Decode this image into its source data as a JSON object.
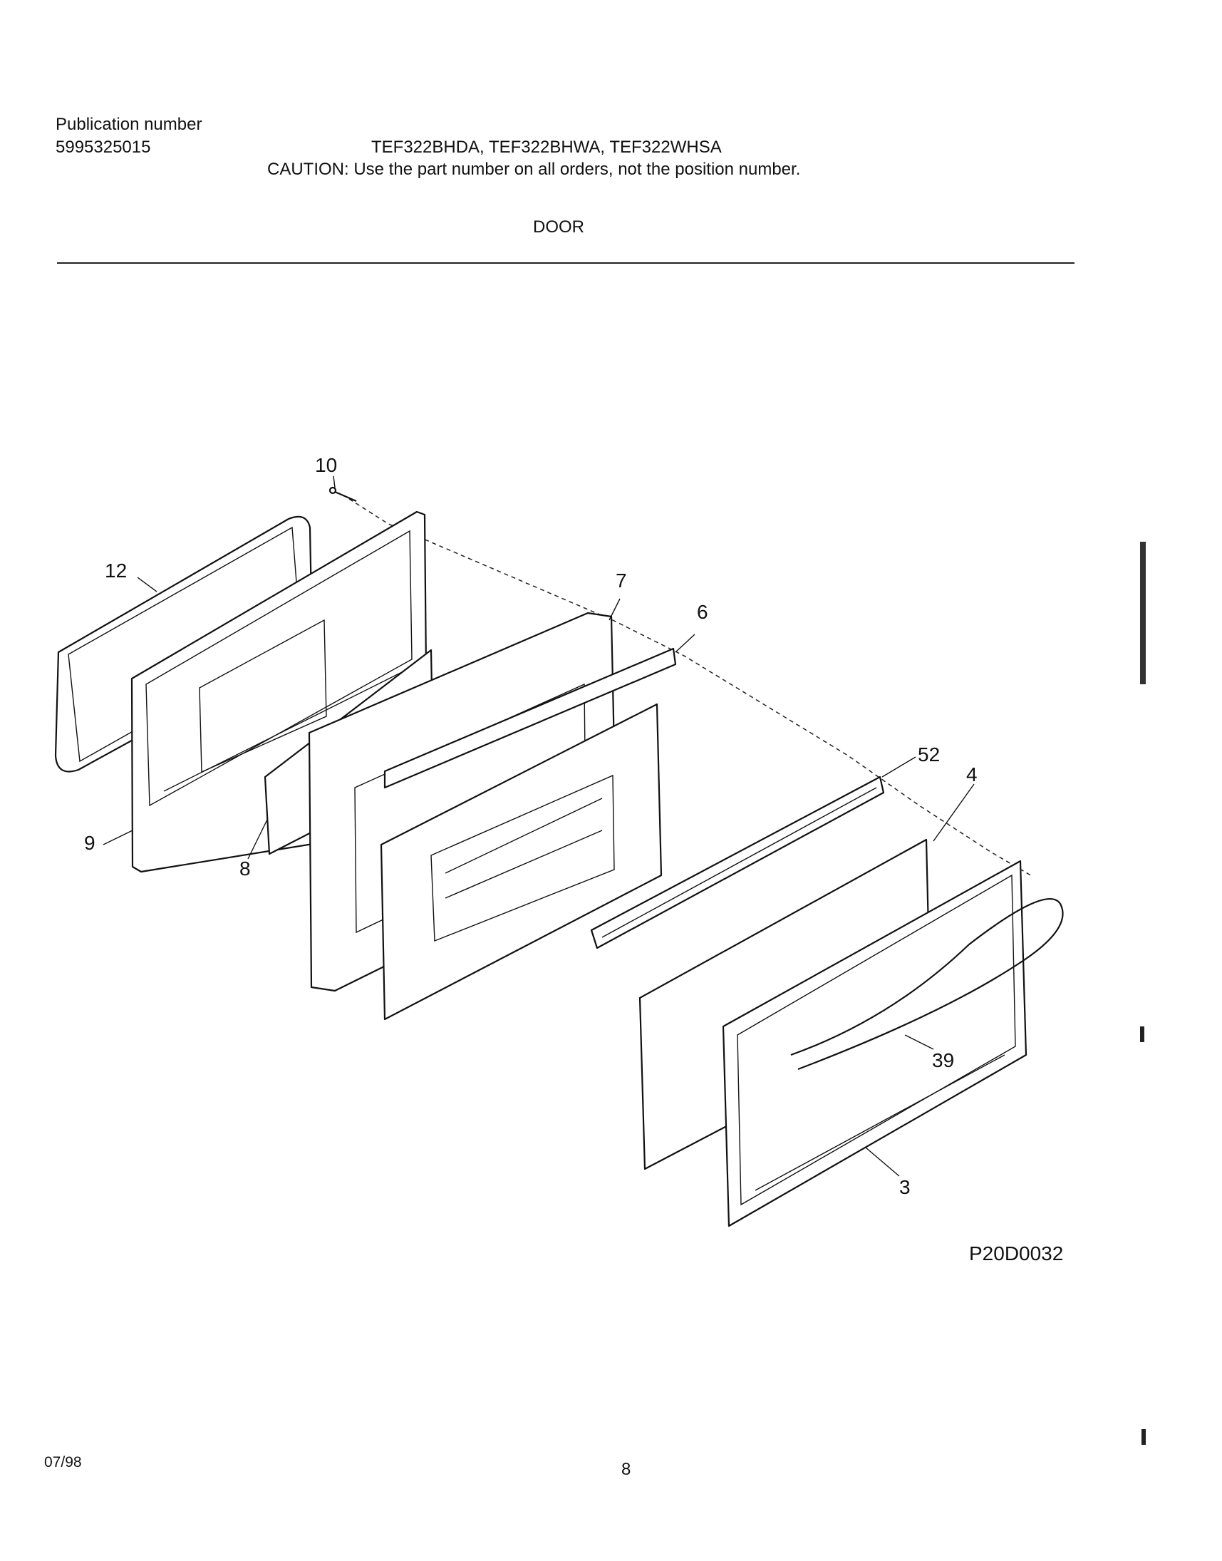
{
  "header": {
    "publication_label": "Publication number",
    "publication_number": "5995325015",
    "models": "TEF322BHDA, TEF322BHWA, TEF322WHSA",
    "caution": "CAUTION:  Use the part number on all orders, not the position number.",
    "section_title": "DOOR"
  },
  "diagram": {
    "callouts": [
      "10",
      "12",
      "7",
      "6",
      "52",
      "4",
      "9",
      "8",
      "39",
      "3"
    ],
    "code": "P20D0032"
  },
  "footer": {
    "date": "07/98",
    "page": "8"
  }
}
